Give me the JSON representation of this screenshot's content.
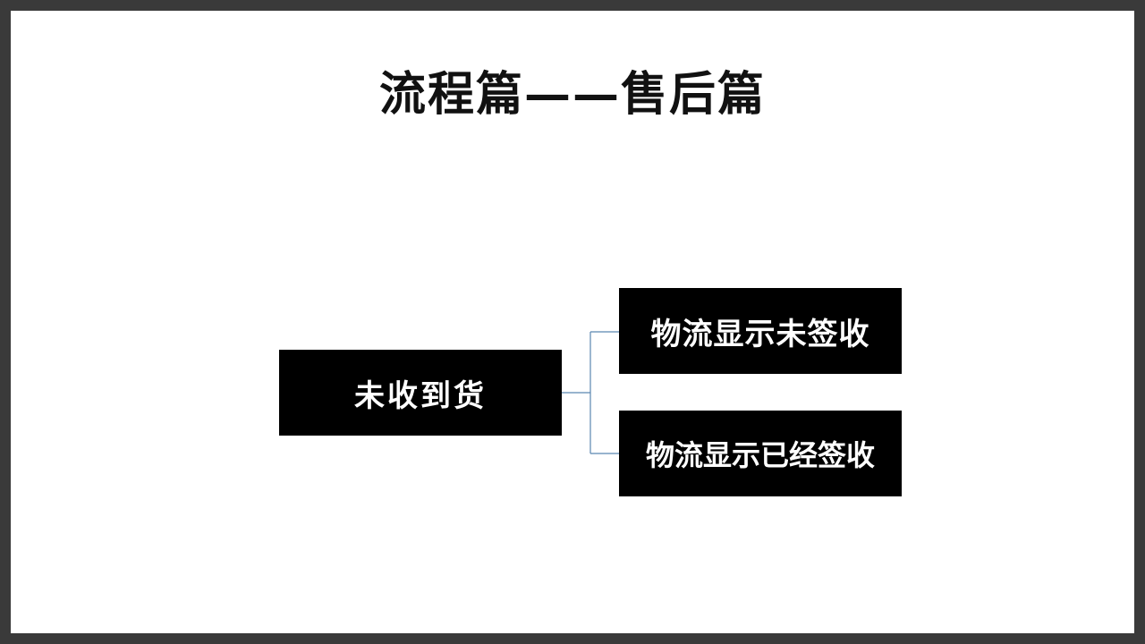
{
  "slide": {
    "title": "流程篇——售后篇"
  },
  "diagram": {
    "root": {
      "label": "未收到货"
    },
    "children": [
      {
        "label": "物流显示未签收"
      },
      {
        "label": "物流显示已经签收"
      }
    ],
    "connector_color": "#5b87b0",
    "box_color": "#000000",
    "text_color": "#ffffff"
  }
}
